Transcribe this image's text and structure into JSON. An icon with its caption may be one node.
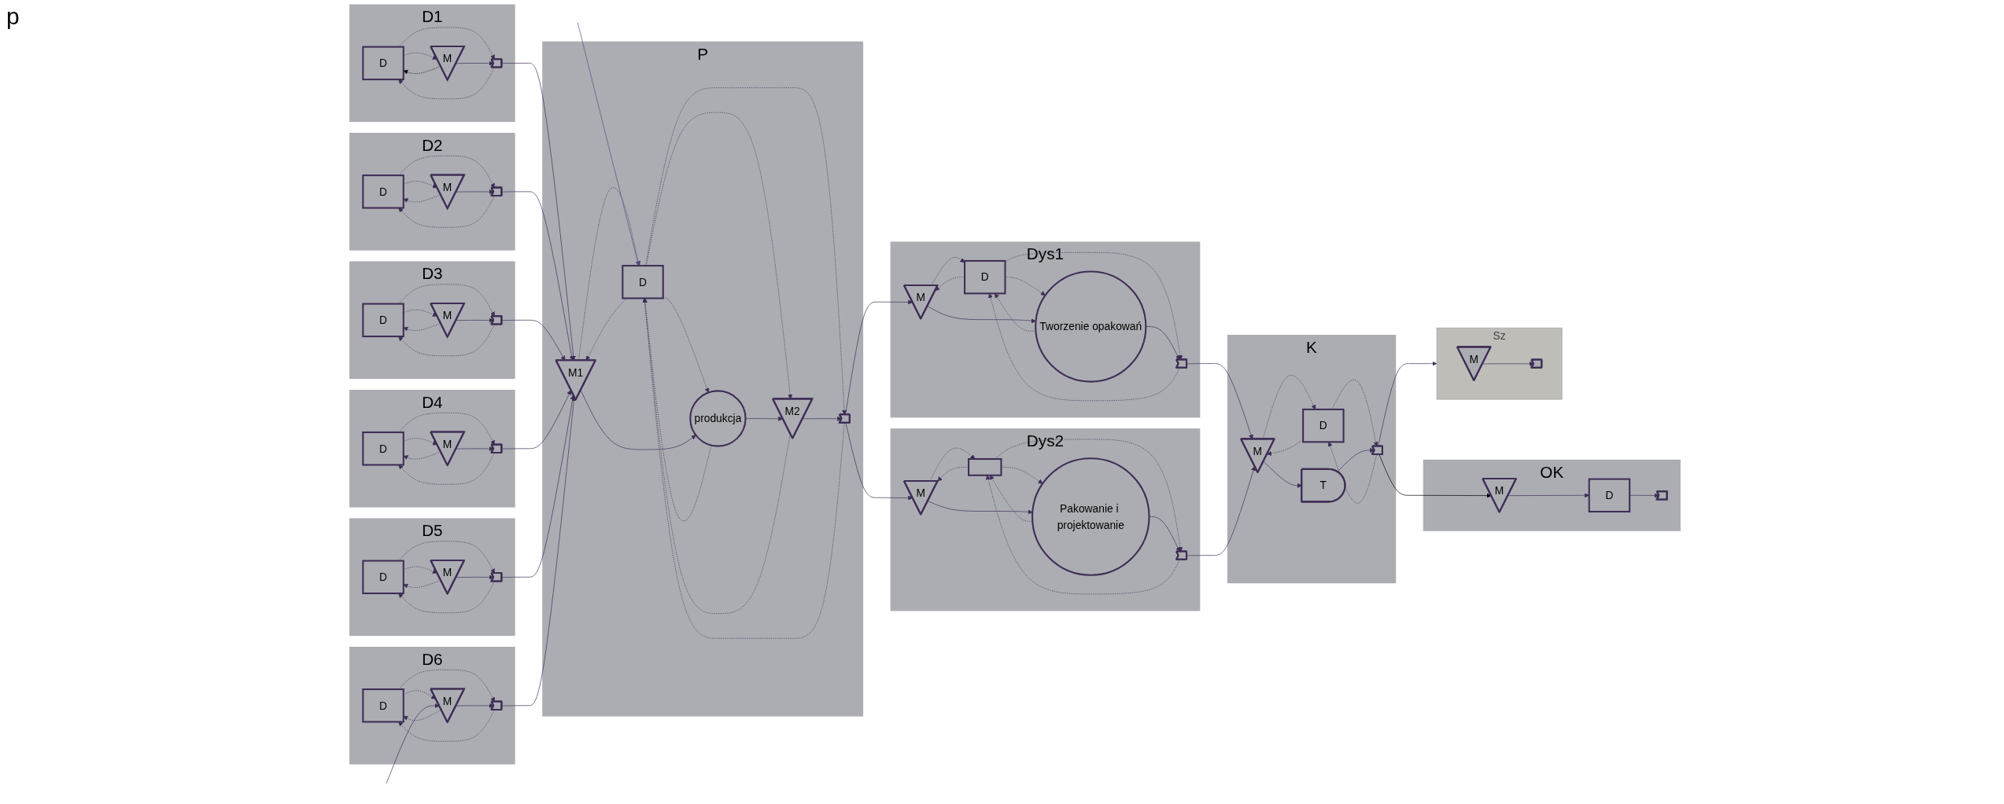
{
  "diagram": {
    "nodes": [
      {
        "text": [
          "D1"
        ]
      },
      {
        "text": [
          "D"
        ],
        "in": 0
      },
      {
        "text": [
          "M"
        ],
        "in": 0
      },
      {
        "text": [],
        "shape": "arrow",
        "in": 0
      },
      {
        "text": [
          "D2"
        ]
      },
      {
        "text": [
          "D"
        ],
        "in": 4
      },
      {
        "text": [
          "M"
        ],
        "in": 4
      },
      {
        "text": [],
        "shape": "arrow",
        "in": 4
      },
      {
        "text": [
          "D3"
        ]
      },
      {
        "text": [
          "D"
        ],
        "in": 8
      },
      {
        "text": [
          "M"
        ],
        "in": 8
      },
      {
        "text": [],
        "shape": "arrow",
        "in": 8
      },
      {
        "text": [
          "D4"
        ]
      },
      {
        "text": [
          "D"
        ],
        "in": 12
      },
      {
        "text": [
          "M"
        ],
        "in": 12
      },
      {
        "text": [],
        "shape": "arrow",
        "in": 12
      },
      {
        "text": [
          "D5"
        ]
      },
      {
        "text": [
          "D"
        ],
        "in": 16
      },
      {
        "text": [
          "M"
        ],
        "in": 16
      },
      {
        "text": [],
        "shape": "arrow",
        "in": 16
      },
      {
        "text": [
          "D6"
        ]
      },
      {
        "text": [
          "D"
        ],
        "in": 20
      },
      {
        "text": [
          "M"
        ],
        "in": 20
      },
      {
        "text": [],
        "shape": "arrow",
        "in": 20
      },
      {
        "text": [
          "P"
        ]
      },
      {
        "text": [
          "D"
        ],
        "in": 24
      },
      {
        "text": [
          "M1"
        ],
        "in": 24
      },
      {
        "text": [
          "produkcja"
        ],
        "in": 24
      },
      {
        "text": [
          "M2"
        ],
        "in": 24
      },
      {
        "text": [],
        "shape": "arrow",
        "in": 24
      },
      {
        "text": [
          "Dys1"
        ]
      },
      {
        "text": [
          "D"
        ],
        "in": 30
      },
      {
        "text": [
          "M"
        ],
        "in": 30
      },
      {
        "text": [
          "Tworzenie opakowań"
        ],
        "in": 30
      },
      {
        "text": [],
        "shape": "arrow",
        "in": 30
      },
      {
        "text": [
          "Dys2"
        ]
      },
      {
        "text": [],
        "shape": "box",
        "in": 35
      },
      {
        "text": [
          "M"
        ],
        "in": 35
      },
      {
        "text": [
          "Pakowanie i projektowanie"
        ],
        "in": 35
      },
      {
        "text": [],
        "shape": "arrow",
        "in": 35
      },
      {
        "text": [
          "K"
        ]
      },
      {
        "text": [
          "D"
        ],
        "in": 40
      },
      {
        "text": [
          "M"
        ],
        "in": 40
      },
      {
        "text": [
          "T"
        ],
        "in": 40
      },
      {
        "text": [],
        "shape": "arrow",
        "in": 40
      },
      {
        "text": [
          "OK"
        ]
      },
      {
        "text": [
          "M"
        ],
        "in": 45
      },
      {
        "text": [
          "D"
        ],
        "in": 45
      },
      {
        "text": [],
        "shape": "arrow",
        "in": 45
      },
      {
        "text": [
          "Sz"
        ]
      },
      {
        "text": [
          "M"
        ],
        "in": 49
      },
      {
        "text": [],
        "shape": "arrow",
        "in": 49
      }
    ],
    "edges": [
      {
        "from": 2,
        "to": 1,
        "arrow": "to",
        "style": "dashed",
        "color": "#000000"
      },
      {
        "from": 1,
        "to": 2,
        "arrow": "to",
        "style": "dashed"
      },
      {
        "from": 1,
        "to": 3,
        "arrow": "to",
        "style": "dashed"
      },
      {
        "from": 3,
        "to": 1,
        "arrow": "to",
        "style": "dashed"
      },
      {
        "from": 2,
        "to": 3,
        "arrow": "to"
      },
      {
        "from": 6,
        "to": 5,
        "arrow": "to",
        "style": "dashed"
      },
      {
        "from": 5,
        "to": 6,
        "arrow": "to",
        "style": "dashed"
      },
      {
        "from": 5,
        "to": 7,
        "arrow": "to",
        "style": "dashed"
      },
      {
        "from": 7,
        "to": 5,
        "arrow": "to",
        "style": "dashed"
      },
      {
        "from": 6,
        "to": 7,
        "arrow": "to"
      },
      {
        "from": 10,
        "to": 9,
        "arrow": "to",
        "style": "dashed"
      },
      {
        "from": 9,
        "to": 10,
        "arrow": "to",
        "style": "dashed"
      },
      {
        "from": 9,
        "to": 11,
        "arrow": "to",
        "style": "dashed"
      },
      {
        "from": 11,
        "to": 9,
        "arrow": "to",
        "style": "dashed"
      },
      {
        "from": 10,
        "to": 11,
        "arrow": "to"
      },
      {
        "from": 14,
        "to": 13,
        "arrow": "to",
        "style": "dashed"
      },
      {
        "from": 13,
        "to": 14,
        "arrow": "to",
        "style": "dashed"
      },
      {
        "from": 13,
        "to": 15,
        "arrow": "to",
        "style": "dashed"
      },
      {
        "from": 15,
        "to": 13,
        "arrow": "to",
        "style": "dashed"
      },
      {
        "from": 14,
        "to": 15,
        "arrow": "to"
      },
      {
        "from": 18,
        "to": 17,
        "arrow": "to",
        "style": "dashed"
      },
      {
        "from": 17,
        "to": 18,
        "arrow": "to",
        "style": "dashed"
      },
      {
        "from": 17,
        "to": 19,
        "arrow": "to",
        "style": "dashed"
      },
      {
        "from": 19,
        "to": 17,
        "arrow": "to",
        "style": "dashed"
      },
      {
        "from": 18,
        "to": 19,
        "arrow": "to"
      },
      {
        "from": 22,
        "to": 21,
        "arrow": "to",
        "style": "dashed"
      },
      {
        "from": 21,
        "to": 22,
        "arrow": "to",
        "style": "dashed"
      },
      {
        "from": 21,
        "to": 23,
        "arrow": "to",
        "style": "dashed"
      },
      {
        "from": 23,
        "to": 21,
        "arrow": "to",
        "style": "dashed"
      },
      {
        "from": 22,
        "to": 23,
        "arrow": "to"
      },
      {
        "from": null,
        "to": 22,
        "arrow": "to"
      },
      {
        "from": 3,
        "to": 26,
        "arrow": "to"
      },
      {
        "from": 7,
        "to": 26,
        "arrow": "to"
      },
      {
        "from": 11,
        "to": 26,
        "arrow": "to"
      },
      {
        "from": 15,
        "to": 26,
        "arrow": "to"
      },
      {
        "from": 19,
        "to": 26,
        "arrow": "to"
      },
      {
        "from": 23,
        "to": 26,
        "arrow": "to"
      },
      {
        "from": 26,
        "to": 25,
        "arrow": "to",
        "style": "dashed"
      },
      {
        "from": 25,
        "to": 26,
        "arrow": "to",
        "style": "dashed"
      },
      {
        "from": 27,
        "to": 25,
        "arrow": "to",
        "style": "dashed"
      },
      {
        "from": 25,
        "to": 27,
        "arrow": "to",
        "style": "dashed"
      },
      {
        "from": 28,
        "to": 25,
        "arrow": "to",
        "style": "dashed"
      },
      {
        "from": 25,
        "to": 28,
        "arrow": "to",
        "style": "dashed"
      },
      {
        "from": 25,
        "to": 29,
        "arrow": "to",
        "style": "dashed"
      },
      {
        "from": 29,
        "to": 25,
        "arrow": "to",
        "style": "dashed"
      },
      {
        "from": 26,
        "to": 27,
        "arrow": "to"
      },
      {
        "from": 27,
        "to": 28,
        "arrow": "to"
      },
      {
        "from": 28,
        "to": 29,
        "arrow": "to"
      },
      {
        "from": 29,
        "to": 32,
        "arrow": "to"
      },
      {
        "from": 29,
        "to": 37,
        "arrow": "to"
      },
      {
        "from": 32,
        "to": 31,
        "arrow": "to",
        "style": "dashed"
      },
      {
        "from": 31,
        "to": 32,
        "arrow": "to",
        "style": "dashed"
      },
      {
        "from": 33,
        "to": 31,
        "arrow": "to",
        "style": "dashed"
      },
      {
        "from": 31,
        "to": 33,
        "arrow": "to",
        "style": "dashed"
      },
      {
        "from": 31,
        "to": 34,
        "arrow": "to",
        "style": "dashed"
      },
      {
        "from": 34,
        "to": 31,
        "arrow": "to",
        "style": "dashed"
      },
      {
        "from": 32,
        "to": 33,
        "arrow": "to"
      },
      {
        "from": 33,
        "to": 34,
        "arrow": "to"
      },
      {
        "from": 37,
        "to": 36,
        "arrow": "to",
        "style": "dashed"
      },
      {
        "from": 36,
        "to": 37,
        "arrow": "to",
        "style": "dashed"
      },
      {
        "from": 38,
        "to": 36,
        "arrow": "to",
        "style": "dashed"
      },
      {
        "from": 36,
        "to": 38,
        "arrow": "to",
        "style": "dashed"
      },
      {
        "from": 36,
        "to": 39,
        "arrow": "to",
        "style": "dashed"
      },
      {
        "from": 39,
        "to": 36,
        "arrow": "to",
        "style": "dashed"
      },
      {
        "from": 37,
        "to": 38,
        "arrow": "to"
      },
      {
        "from": 38,
        "to": 39,
        "arrow": "to"
      },
      {
        "from": 34,
        "to": 42,
        "arrow": "to"
      },
      {
        "from": 39,
        "to": 42,
        "arrow": "to"
      },
      {
        "from": 42,
        "to": 41,
        "arrow": "to",
        "style": "dashed"
      },
      {
        "from": 41,
        "to": 42,
        "arrow": "to",
        "style": "dashed"
      },
      {
        "from": 41,
        "to": 44,
        "arrow": "to",
        "style": "dashed"
      },
      {
        "from": 44,
        "to": 41,
        "arrow": "to",
        "style": "dashed"
      },
      {
        "from": 42,
        "to": 43,
        "arrow": "to"
      },
      {
        "from": 43,
        "to": 44,
        "arrow": "to"
      },
      {
        "from": 44,
        "to": 46,
        "arrow": "to",
        "color": "#000000"
      },
      {
        "from": 44,
        "to": 49,
        "arrow": "to"
      },
      {
        "from": 46,
        "to": 47,
        "arrow": "to"
      },
      {
        "from": 47,
        "to": 48,
        "arrow": "to"
      },
      {
        "from": 50,
        "to": 51,
        "arrow": "to"
      },
      {
        "from": null,
        "to": 25,
        "arrow": "to",
        "color": "#5b4a7d"
      }
    ],
    "labels": [
      "p"
    ]
  }
}
